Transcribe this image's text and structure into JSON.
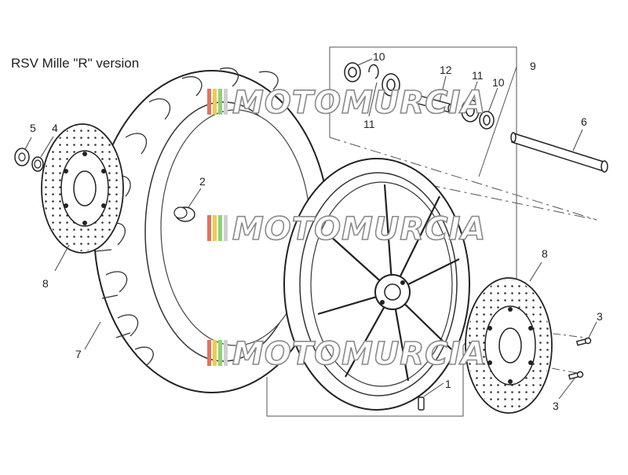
{
  "title": "RSV Mille \"R\" version",
  "watermark": {
    "text": "MOTOMURCIA",
    "colors": [
      "#e3735e",
      "#f2c94c",
      "#8fd17a",
      "#cfcfcf"
    ]
  },
  "callouts": [
    {
      "id": "c10a",
      "text": "10"
    },
    {
      "id": "c9",
      "text": "9"
    },
    {
      "id": "c12",
      "text": "12"
    },
    {
      "id": "c11a",
      "text": "11"
    },
    {
      "id": "c10b",
      "text": "10"
    },
    {
      "id": "c11b",
      "text": "11"
    },
    {
      "id": "c6",
      "text": "6"
    },
    {
      "id": "c5",
      "text": "5"
    },
    {
      "id": "c4",
      "text": "4"
    },
    {
      "id": "c2",
      "text": "2"
    },
    {
      "id": "c8a",
      "text": "8"
    },
    {
      "id": "c8b",
      "text": "8"
    },
    {
      "id": "c7",
      "text": "7"
    },
    {
      "id": "c3a",
      "text": "3"
    },
    {
      "id": "c3b",
      "text": "3"
    },
    {
      "id": "c1",
      "text": "1"
    }
  ]
}
